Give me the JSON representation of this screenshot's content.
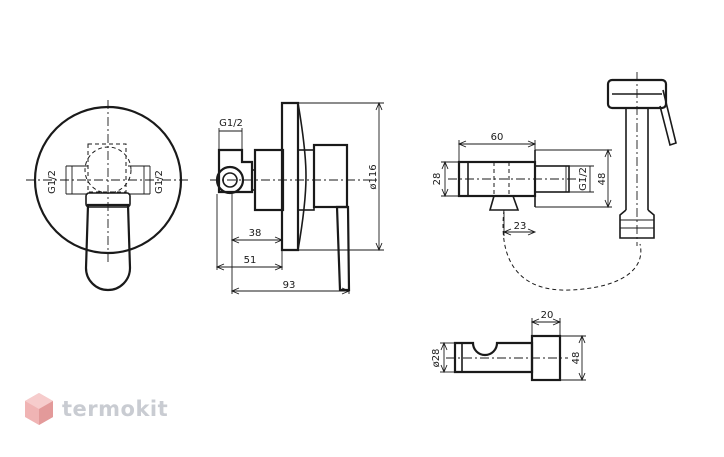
{
  "brand": {
    "name": "termokit"
  },
  "dimensions": {
    "front_left_thread": "G1/2",
    "front_right_thread": "G1/2",
    "side_top_thread": "G1/2",
    "side_diameter": "ø116",
    "side_depth_1": "38",
    "side_depth_2": "51",
    "side_depth_total": "93",
    "holder_width": "60",
    "holder_height": "28",
    "holder_thread": "G1/2",
    "holder_height_right": "48",
    "holder_offset": "23",
    "small_width": "20",
    "small_diameter": "ø28",
    "small_height": "48"
  },
  "colors": {
    "line": "#1a1a1a",
    "logo_text": "#c9ccd2",
    "logo_mark": "#f0b4b4"
  }
}
